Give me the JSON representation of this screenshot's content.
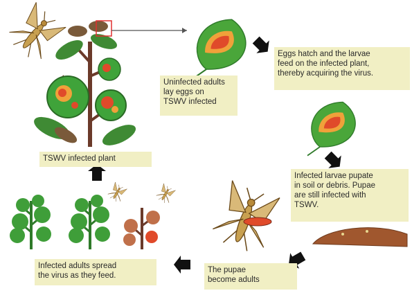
{
  "captions": {
    "uninfected_adults": "Uninfected adults\nlay eggs on\nTSWV infected",
    "eggs_hatch": "Eggs hatch and the larvae\nfeed on the infected plant,\nthereby acquiring the virus.",
    "larvae_pupate": "Infected larvae pupate\nin soil or debris. Pupae\nare still infected with\nTSWV.",
    "pupae_adults": "The pupae\nbecome adults",
    "adults_spread": "Infected adults spread\nthe virus as they feed.",
    "infected_plant": "TSWV infected plant"
  },
  "colors": {
    "caption_bg": "#f1efc4",
    "leaf_green": "#4aa63a",
    "leaf_dark": "#2f7a2a",
    "infection_red": "#e04a2a",
    "infection_orange": "#f0a13a",
    "thrips_tan": "#c8a050",
    "soil_brown": "#a0572e",
    "arrow_black": "#111111",
    "pointer_red": "#e03030"
  },
  "icons": [
    "thrips-insect-icon",
    "tomato-plant-icon",
    "infected-leaf-icon",
    "soil-mound-icon",
    "arrow-icon"
  ]
}
